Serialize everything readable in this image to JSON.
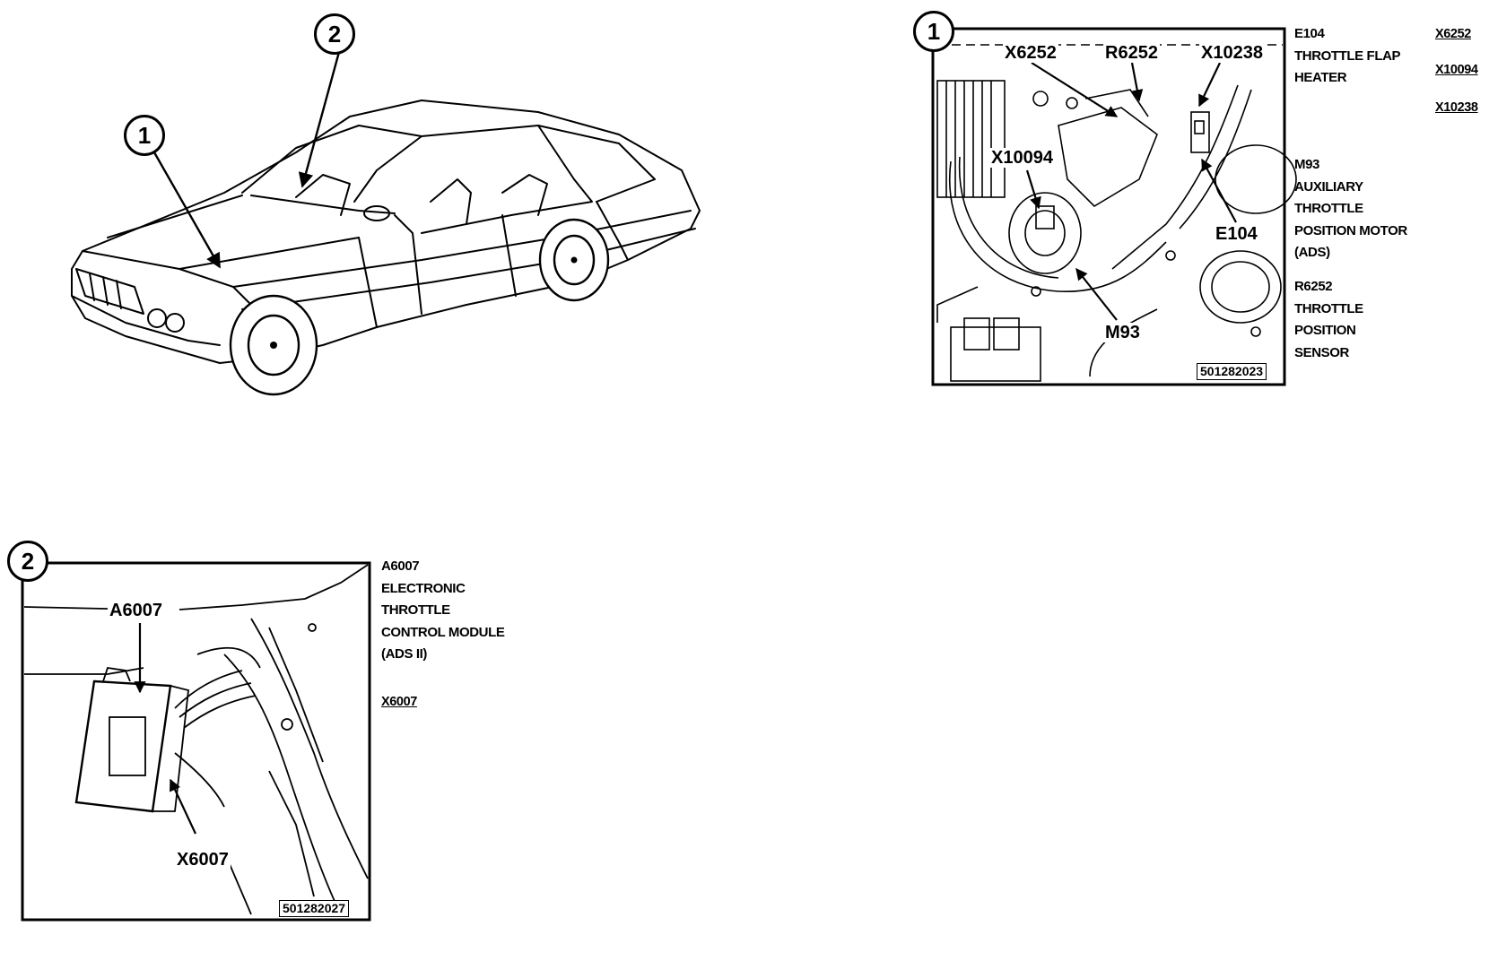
{
  "overview": {
    "badge_1": "1",
    "badge_2": "2"
  },
  "panel_1": {
    "badge": "1",
    "callouts": {
      "x6252": "X6252",
      "r6252": "R6252",
      "x10238": "X10238",
      "x10094": "X10094",
      "e104": "E104",
      "m93": "M93"
    },
    "figure_id": "501282023",
    "legend": [
      {
        "code": "E104",
        "lines": [
          "THROTTLE FLAP",
          "HEATER"
        ]
      },
      {
        "code": "M93",
        "lines": [
          "AUXILIARY",
          "THROTTLE",
          "POSITION MOTOR",
          "(ADS)"
        ]
      },
      {
        "code": "R6252",
        "lines": [
          "THROTTLE",
          "POSITION",
          "SENSOR"
        ]
      }
    ],
    "connectors": [
      "X6252",
      "X10094",
      "X10238"
    ]
  },
  "panel_2": {
    "badge": "2",
    "callouts": {
      "a6007": "A6007",
      "x6007": "X6007"
    },
    "figure_id": "501282027",
    "legend": {
      "code": "A6007",
      "lines": [
        "ELECTRONIC",
        "THROTTLE",
        "CONTROL MODULE",
        "(ADS II)"
      ]
    },
    "connectors": [
      "X6007"
    ]
  }
}
